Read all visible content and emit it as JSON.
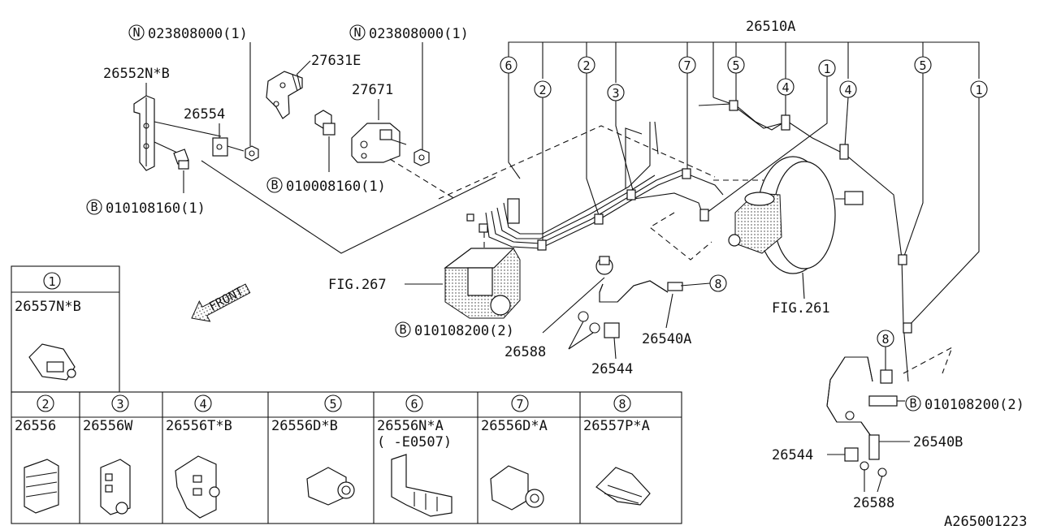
{
  "callouts": {
    "n_top_left": {
      "badge": "N",
      "text": "023808000(1)"
    },
    "n_top_mid": {
      "badge": "N",
      "text": "023808000(1)"
    },
    "main_line": "26510A",
    "bracket_left": "26552N*B",
    "bracket_small": "26554",
    "sensor_bracket": "27631E",
    "sensor": "27671",
    "bolt_mid": {
      "badge": "B",
      "text": "010008160(1)"
    },
    "bolt_left": {
      "badge": "B",
      "text": "010108160(1)"
    },
    "fig_abs": "FIG.267",
    "fig_booster": "FIG.261",
    "bolt_hose": {
      "badge": "B",
      "text": "010108200(2)"
    },
    "washer_front": "26588",
    "union_bolt_front": "26544",
    "hose_front": "26540A",
    "bolt_rear": {
      "badge": "B",
      "text": "010108200(2)"
    },
    "hose_rear": "26540B",
    "union_bolt_rear": "26544",
    "washer_rear": "26588",
    "front_arrow": "FRONT",
    "diagram_code": "A265001223"
  },
  "line_markers": [
    "6",
    "2",
    "2",
    "3",
    "7",
    "5",
    "4",
    "1",
    "4",
    "5",
    "1",
    "8",
    "8"
  ],
  "clip_legend": [
    {
      "num": "1",
      "part": "26557N*B",
      "note": ""
    },
    {
      "num": "2",
      "part": "26556",
      "note": ""
    },
    {
      "num": "3",
      "part": "26556W",
      "note": ""
    },
    {
      "num": "4",
      "part": "26556T*B",
      "note": ""
    },
    {
      "num": "5",
      "part": "26556D*B",
      "note": ""
    },
    {
      "num": "6",
      "part": "26556N*A",
      "note": "(  -E0507)"
    },
    {
      "num": "7",
      "part": "26556D*A",
      "note": ""
    },
    {
      "num": "8",
      "part": "26557P*A",
      "note": ""
    }
  ]
}
